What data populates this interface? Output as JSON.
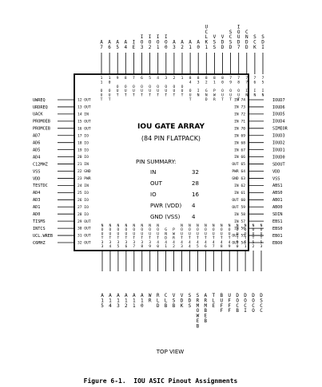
{
  "chip": {
    "title": "IOU GATE ARRAY",
    "subtitle": "(84 PIN FLATPACK)"
  },
  "summary": {
    "heading": "PIN SUMMARY:",
    "rows": [
      {
        "label": "IN",
        "value": "32"
      },
      {
        "label": "OUT",
        "value": "28"
      },
      {
        "label": "IO",
        "value": "16"
      },
      {
        "label": "PWR (VDD)",
        "value": "4"
      },
      {
        "label": "GND (VSS)",
        "value": "4"
      }
    ]
  },
  "view_label": "TOP VIEW",
  "caption": "Figure 6-1.  IOU ASIC Pinout Assignments",
  "top_pins": [
    {
      "sig": "A7",
      "pin": "11 OUT"
    },
    {
      "sig": "A6",
      "pin": "10 OUT"
    },
    {
      "sig": "A5",
      "pin": "9 OUT"
    },
    {
      "sig": "A4",
      "pin": "8 OUT"
    },
    {
      "sig": "IE",
      "pin": "7 OUT"
    },
    {
      "sig": "IO3",
      "pin": "6 OUT"
    },
    {
      "sig": "IO2",
      "pin": "5 OUT"
    },
    {
      "sig": "IO1",
      "pin": "4 OUT"
    },
    {
      "sig": "IO0",
      "pin": "3 OUT"
    },
    {
      "sig": "A3",
      "pin": "2 OUT"
    },
    {
      "sig": "A2",
      "pin": "1 OUT"
    },
    {
      "sig": "A1",
      "pin": "84 OUT"
    },
    {
      "sig": "A0",
      "pin": "83 IN"
    },
    {
      "sig": "UCLK1",
      "pin": "82 GND"
    },
    {
      "sig": "VSS",
      "pin": "81 PWR"
    },
    {
      "sig": "VDD",
      "pin": "80 OUT"
    },
    {
      "sig": "SCSD",
      "pin": "79 OUT"
    },
    {
      "sig": "IOUD7",
      "pin": "78 OUT"
    },
    {
      "sig": "CNDD",
      "pin": "77 IN"
    },
    {
      "sig": "SCK",
      "pin": "76 IN"
    },
    {
      "sig": "SDI",
      "pin": "75 IN"
    }
  ],
  "right_pins": [
    {
      "sig": "IOUD7",
      "pin": "IN 74"
    },
    {
      "sig": "IOUD6",
      "pin": "IN 73"
    },
    {
      "sig": "IOUD5",
      "pin": "IN 72"
    },
    {
      "sig": "IOUD4",
      "pin": "IN 71"
    },
    {
      "sig": "SIMEOR",
      "pin": "IN 70"
    },
    {
      "sig": "IOUD3",
      "pin": "IN 69"
    },
    {
      "sig": "IOUD2",
      "pin": "IN 68"
    },
    {
      "sig": "IOUD1",
      "pin": "IN 67"
    },
    {
      "sig": "IOUD0",
      "pin": "IN 66"
    },
    {
      "sig": "SDOUT",
      "pin": "OUT 65"
    },
    {
      "sig": "VDD",
      "pin": "PWR 64"
    },
    {
      "sig": "VSS",
      "pin": "GND 63"
    },
    {
      "sig": "ABS1",
      "pin": "IN 62"
    },
    {
      "sig": "ABS0",
      "pin": "IN 61"
    },
    {
      "sig": "ABO1",
      "pin": "OUT 60"
    },
    {
      "sig": "ABO0",
      "pin": "OUT 59"
    },
    {
      "sig": "SDIN",
      "pin": "IN 58"
    },
    {
      "sig": "EBS1",
      "pin": "IN 57"
    },
    {
      "sig": "EBS0",
      "pin": "IN 56"
    },
    {
      "sig": "EBO1",
      "pin": "OUT 55"
    },
    {
      "sig": "EBO0",
      "pin": "OUT 54"
    }
  ],
  "left_pins": [
    {
      "sig": "UWREQ",
      "pin": "12 OUT"
    },
    {
      "sig": "URDREQ",
      "pin": "13 OUT"
    },
    {
      "sig": "UACK",
      "pin": "14 IN"
    },
    {
      "sig": "PROMOEB",
      "pin": "15 OUT"
    },
    {
      "sig": "PROMCEB",
      "pin": "16 OUT"
    },
    {
      "sig": "AD7",
      "pin": "17 IO"
    },
    {
      "sig": "AD6",
      "pin": "18 IO"
    },
    {
      "sig": "AD5",
      "pin": "19 IO"
    },
    {
      "sig": "AD4",
      "pin": "20 IO"
    },
    {
      "sig": "C12MHZ",
      "pin": "21 IN"
    },
    {
      "sig": "VSS",
      "pin": "22 GND"
    },
    {
      "sig": "VDD",
      "pin": "23 PWR"
    },
    {
      "sig": "TESTDC",
      "pin": "24 IN"
    },
    {
      "sig": "AD4",
      "pin": "25 IO"
    },
    {
      "sig": "AD3",
      "pin": "26 IO"
    },
    {
      "sig": "AD1",
      "pin": "27 IO"
    },
    {
      "sig": "AD0",
      "pin": "28 IO"
    },
    {
      "sig": "TISMS",
      "pin": "29 OUT"
    },
    {
      "sig": "INTCS",
      "pin": "30 OUT"
    },
    {
      "sig": "UCL.WREB",
      "pin": "31 OUT"
    },
    {
      "sig": "C6MHZ",
      "pin": "32 OUT"
    }
  ],
  "bottom_pins": [
    {
      "sig": "A15",
      "pin": "NOUT33"
    },
    {
      "sig": "A14",
      "pin": "NOUT34"
    },
    {
      "sig": "A13",
      "pin": "NOUT35"
    },
    {
      "sig": "A12",
      "pin": "NOUT36"
    },
    {
      "sig": "A11",
      "pin": "NOUT37"
    },
    {
      "sig": "A10",
      "pin": "NOUT38"
    },
    {
      "sig": "WR",
      "pin": "NOUT39"
    },
    {
      "sig": "RLD",
      "pin": "NOUT40"
    },
    {
      "sig": "CLB",
      "pin": "GND41"
    },
    {
      "sig": "VSB",
      "pin": "PWR42"
    },
    {
      "sig": "VDK",
      "pin": "NOUT43"
    },
    {
      "sig": "SDS",
      "pin": "NOUT44"
    },
    {
      "sig": "SRMOWEB",
      "pin": "NOUT45"
    },
    {
      "sig": "ARMBEB",
      "pin": "NOUT46"
    },
    {
      "sig": "TLE",
      "pin": "NOUT47"
    },
    {
      "sig": "BUFF",
      "pin": "NOUT48"
    },
    {
      "sig": "UFFF",
      "pin": "NOUT49"
    },
    {
      "sig": "DOCB",
      "pin": "NOUT50"
    },
    {
      "sig": "DOCI",
      "pin": "NOUT51"
    },
    {
      "sig": "DOCO",
      "pin": "NOUT52"
    },
    {
      "sig": "DSCC",
      "pin": "NOUT53"
    }
  ]
}
